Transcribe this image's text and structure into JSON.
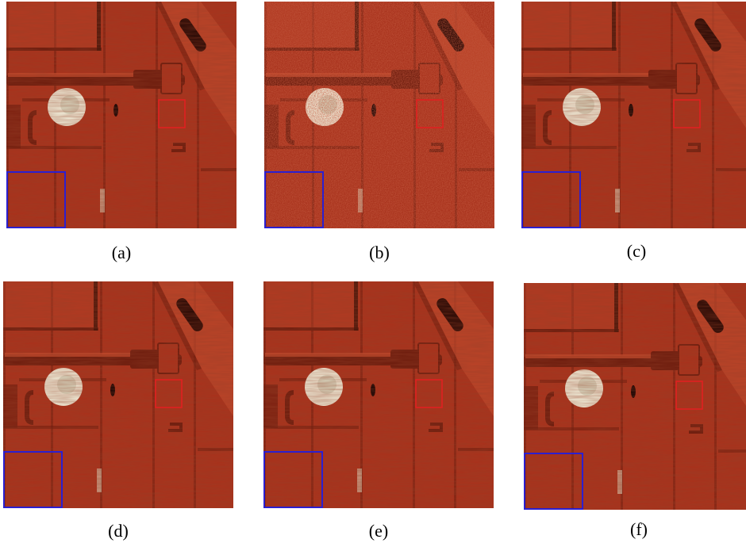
{
  "figure": {
    "panels": [
      {
        "label": "(a)",
        "variant": "ground-truth"
      },
      {
        "label": "(b)",
        "variant": "noisy"
      },
      {
        "label": "(c)",
        "variant": "restored"
      },
      {
        "label": "(d)",
        "variant": "restored"
      },
      {
        "label": "(e)",
        "variant": "restored"
      },
      {
        "label": "(f)",
        "variant": "restored"
      }
    ],
    "colors": {
      "paint": "#a8321c",
      "paint_dark": "#6e1d0e",
      "paint_light": "#c0482c",
      "knob": "#ece6d2",
      "zoom_box": "#2b1fd0",
      "roi_box": "#e02020"
    }
  }
}
